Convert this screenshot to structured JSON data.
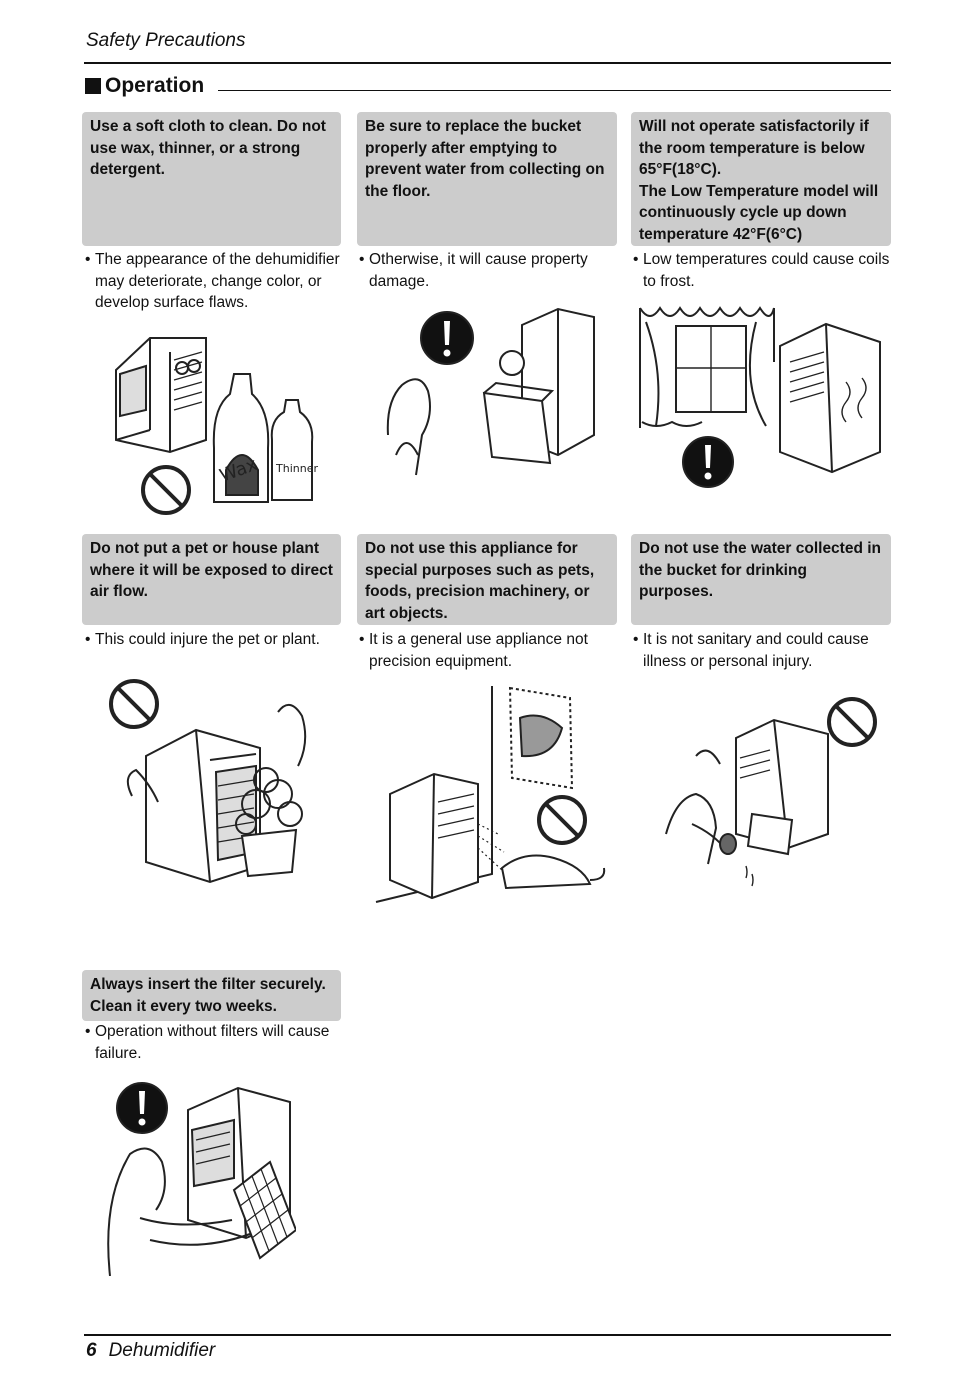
{
  "header": {
    "title": "Safety  Precautions"
  },
  "section": {
    "title": "Operation"
  },
  "cards": [
    {
      "warning": "Use a soft cloth to clean. Do not use wax, thinner, or a strong detergent.",
      "description": "The appearance of the dehumidifier may deteriorate, change color, or develop surface flaws.",
      "illustration": {
        "symbol": "prohibition-icon",
        "labels": [
          "Wax",
          "Thinner"
        ]
      }
    },
    {
      "warning": "Be sure to replace the bucket properly after emptying to prevent water from collecting on the floor.",
      "description": "Otherwise, it will cause property damage.",
      "illustration": {
        "symbol": "exclamation-icon"
      }
    },
    {
      "warning": "Will not operate satisfactorily if the room temperature is below 65°F(18°C).\nThe Low Temperature model will continuously cycle up down temperature 42°F(6°C)",
      "description": "Low temperatures could cause coils to frost.",
      "illustration": {
        "symbol": "exclamation-icon"
      }
    },
    {
      "warning": "Do not put a pet or house plant where it will be exposed to direct air flow.",
      "description": "This could injure the pet or plant.",
      "illustration": {
        "symbol": "prohibition-icon"
      }
    },
    {
      "warning": "Do not use this appliance for special purposes such as pets, foods, precision machinery, or art objects.",
      "description": "It is a general use appliance not precision equipment.",
      "illustration": {
        "symbol": "prohibition-icon"
      }
    },
    {
      "warning": "Do not use the water collected in the bucket for drinking purposes.",
      "description": "It is not sanitary and could cause illness or personal injury.",
      "illustration": {
        "symbol": "prohibition-icon"
      }
    },
    {
      "warning": "Always insert the filter securely. Clean it every two weeks.",
      "description": "Operation without filters will cause failure.",
      "illustration": {
        "symbol": "exclamation-icon"
      }
    }
  ],
  "footer": {
    "page_number": "6",
    "title": "Dehumidifier"
  }
}
